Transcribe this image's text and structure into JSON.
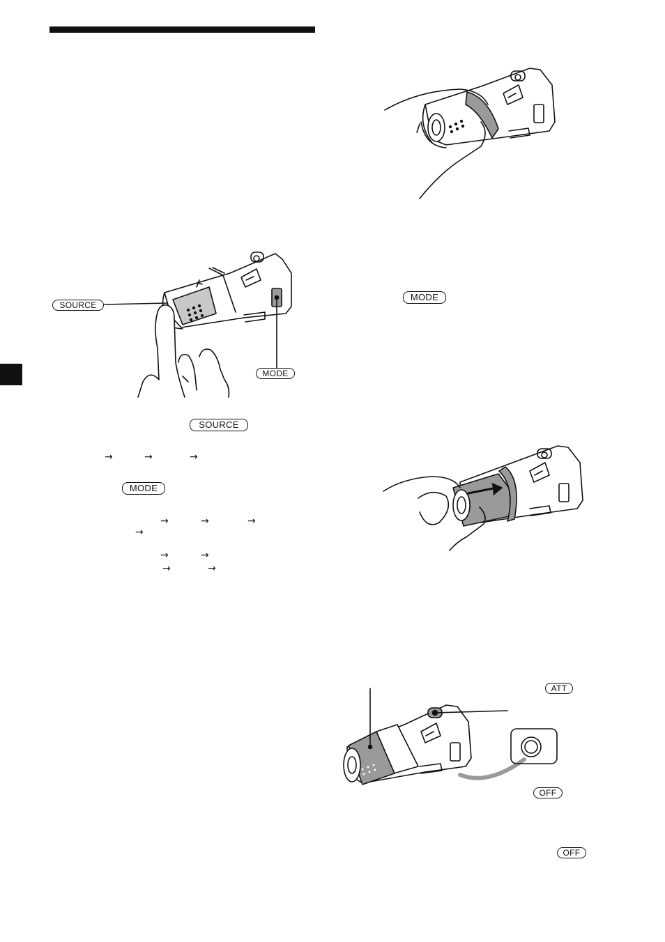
{
  "labels": {
    "source_callout": "SOURCE",
    "mode_callout": "MODE",
    "source_text": "SOURCE",
    "mode_text": "MODE",
    "mode_right": "MODE",
    "att": "ATT",
    "off_callout": "OFF",
    "off_text": "OFF"
  },
  "arrow_glyph": "→",
  "colors": {
    "ink": "#111111",
    "shade": "#9a9a9a",
    "light": "#c8c8c8"
  }
}
